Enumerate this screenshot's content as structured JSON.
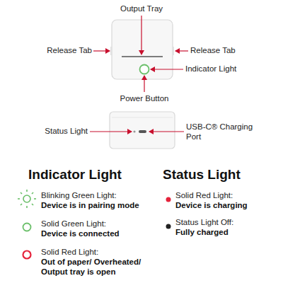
{
  "diagram": {
    "labels": [
      "Output Tray",
      "Release Tab",
      "Release Tab",
      "Indicator Light",
      "Power Button",
      "Status Light",
      "USB-C® Charging Port",
      "Indicator Light",
      "Status Light",
      "Blinking Green Light:",
      "Device is in pairing mode",
      "Solid Red Light:",
      "Device is charging",
      "Solid Green Light:",
      "Device is connected",
      "Status Light Off:",
      "Fully charged",
      "Solid Red Light:",
      "Out of paper/ Overheated/ Output tray is open"
    ]
  }
}
